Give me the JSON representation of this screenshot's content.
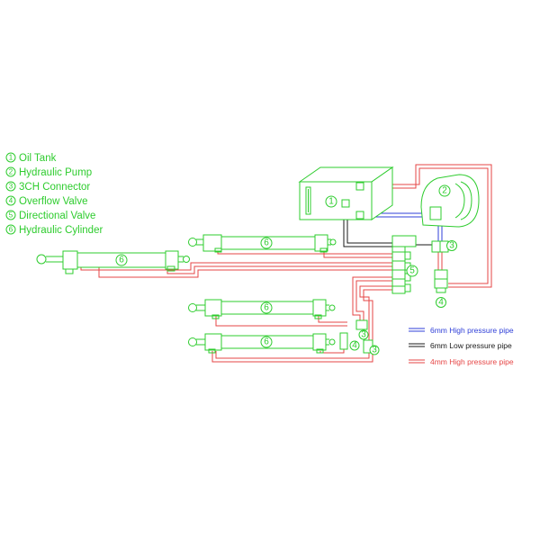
{
  "components": {
    "items": [
      {
        "num": "1",
        "label": "Oil Tank"
      },
      {
        "num": "2",
        "label": "Hydraulic Pump"
      },
      {
        "num": "3",
        "label": "3CH Connector"
      },
      {
        "num": "4",
        "label": "Overflow Valve"
      },
      {
        "num": "5",
        "label": "Directional Valve"
      },
      {
        "num": "6",
        "label": "Hydraulic Cylinder"
      }
    ]
  },
  "pipe_legend": {
    "items": [
      {
        "label": "6mm High pressure pipe",
        "color": "#2f3fd8"
      },
      {
        "label": "6mm Low pressure pipe",
        "color": "#1a1a1a"
      },
      {
        "label": "4mm High pressure pipe",
        "color": "#e64646"
      }
    ]
  },
  "diagram": {
    "badges": {
      "oil_tank": "1",
      "pump": "2",
      "connector": "3",
      "overflow_valve": "4",
      "directional_valve": "5",
      "cylinder": "6"
    }
  },
  "colors": {
    "component_green": "#2ecc2e",
    "high_pressure_blue": "#2f3fd8",
    "low_pressure_black": "#1a1a1a",
    "high_pressure_red": "#e64646"
  }
}
